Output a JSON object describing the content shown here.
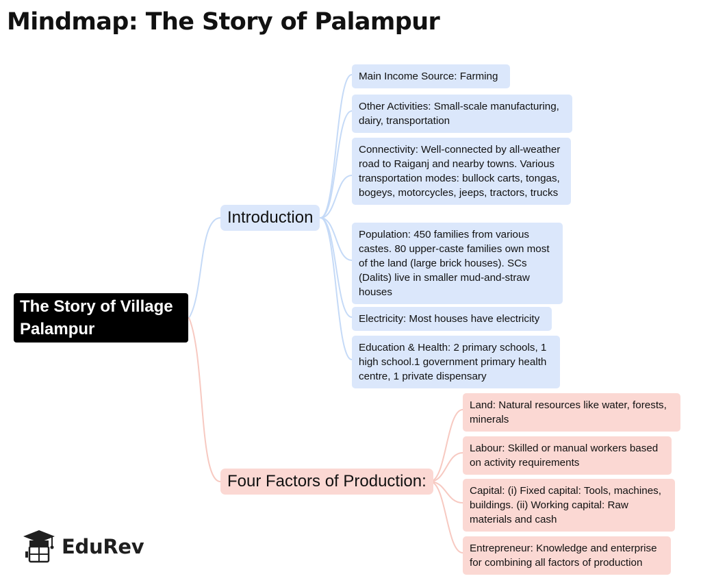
{
  "title": "Mindmap: The Story of Palampur",
  "root": {
    "label": "The Story of Village Palampur"
  },
  "introduction": {
    "label": "Introduction",
    "items": [
      "Main Income Source: Farming",
      "Other Activities: Small-scale manufacturing, dairy, transportation",
      "Connectivity: Well-connected by all-weather road to Raiganj and nearby towns. Various transportation modes: bullock carts, tongas, bogeys, motorcycles, jeeps, tractors, trucks",
      "Population: 450 families from various castes. 80 upper-caste families own most of the land (large brick houses). SCs (Dalits) live in smaller mud-and-straw houses",
      "Electricity: Most houses have electricity",
      "Education & Health: 2 primary schools, 1 high school.1 government primary health centre, 1 private dispensary"
    ]
  },
  "factors": {
    "label": "Four Factors of Production:",
    "items": [
      "Land: Natural resources like water, forests, minerals",
      "Labour: Skilled or manual workers based on activity requirements",
      "Capital: (i) Fixed capital: Tools, machines, buildings. (ii) Working capital: Raw materials and cash",
      "Entrepreneur: Knowledge and enterprise for combining all factors of production"
    ]
  },
  "logo": {
    "text": "EduRev",
    "icon": "graduate-cap-icon"
  },
  "colors": {
    "blue_node": "#dbe7fb",
    "blue_link": "#c5daf7",
    "pink_node": "#fbd8d3",
    "pink_link": "#f7c9c1",
    "root": "#000000"
  }
}
